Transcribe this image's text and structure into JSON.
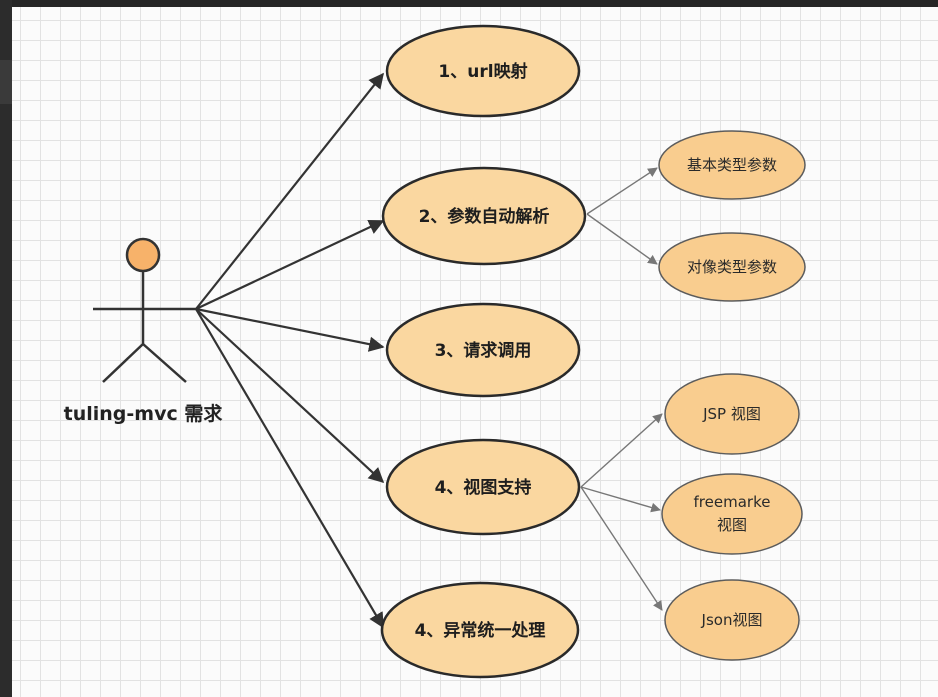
{
  "actor": {
    "label": "tuling-mvc 需求"
  },
  "use_cases": [
    {
      "id": "uc1",
      "label": "1、url映射"
    },
    {
      "id": "uc2",
      "label": "2、参数自动解析"
    },
    {
      "id": "uc3",
      "label": "3、请求调用"
    },
    {
      "id": "uc4",
      "label": "4、视图支持"
    },
    {
      "id": "uc5",
      "label": "4、异常统一处理"
    }
  ],
  "sub_cases": [
    {
      "id": "s1",
      "parent": "uc2",
      "lines": [
        "基本类型参数"
      ]
    },
    {
      "id": "s2",
      "parent": "uc2",
      "lines": [
        "对像类型参数"
      ]
    },
    {
      "id": "s3",
      "parent": "uc4",
      "lines": [
        "JSP 视图"
      ]
    },
    {
      "id": "s4",
      "parent": "uc4",
      "lines": [
        "freemarke",
        "视图"
      ]
    },
    {
      "id": "s5",
      "parent": "uc4",
      "lines": [
        "Json视图"
      ]
    }
  ],
  "colors": {
    "node_fill": "#fad7a0",
    "node_stroke": "#2a2a2a",
    "sub_fill": "#f9cd8f",
    "sub_stroke": "#5c5c5c",
    "actor_head": "#f7b26a",
    "edge_main": "#333333",
    "edge_sub": "#777777"
  }
}
